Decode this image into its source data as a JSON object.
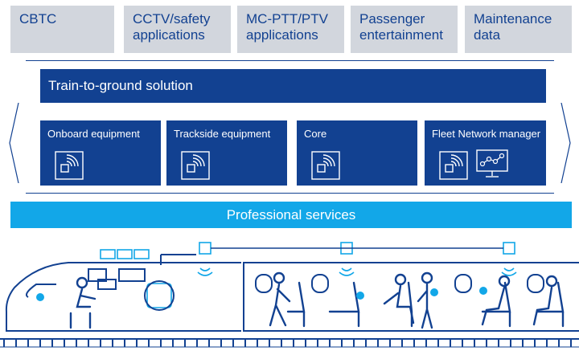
{
  "applications": [
    "CBTC",
    "CCTV/safety applications",
    "MC-PTT/PTV applications",
    "Passenger entertainment",
    "Maintenance data"
  ],
  "train_to_ground": {
    "title": "Train-to-ground solution",
    "tiles": [
      "Onboard equipment",
      "Trackside equipment",
      "Core",
      "Fleet Network manager"
    ]
  },
  "professional_services": "Professional services",
  "icons": [
    "wireless-device-icon",
    "network-monitor-icon",
    "left-chevron-icon",
    "right-chevron-icon",
    "train-illustration"
  ],
  "colors": {
    "navy": "#124191",
    "cyan": "#12a7e8",
    "gray": "#d2d6dd"
  }
}
